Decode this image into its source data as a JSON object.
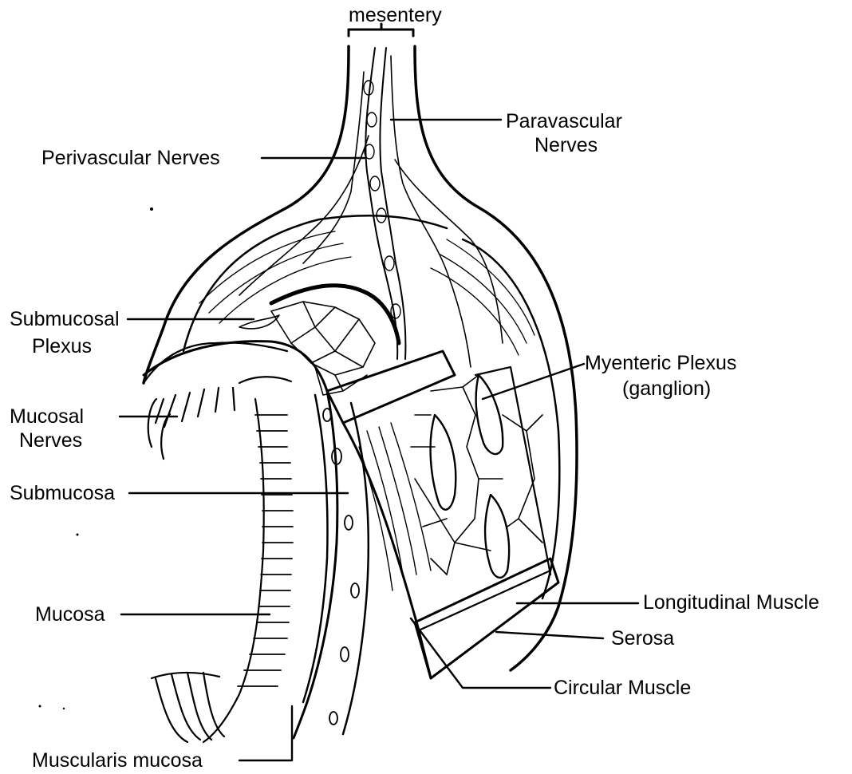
{
  "labels": {
    "mesentery": "mesentery",
    "paravascular_nerves": [
      "Paravascular",
      "Nerves"
    ],
    "perivascular_nerves": "Perivascular Nerves",
    "submucosal_plexus": [
      "Submucosal",
      "Plexus"
    ],
    "myenteric_plexus": [
      "Myenteric Plexus",
      "(ganglion)"
    ],
    "mucosal_nerves": [
      "Mucosal",
      "Nerves"
    ],
    "submucosa": "Submucosa",
    "longitudinal_muscle": "Longitudinal Muscle",
    "mucosa": "Mucosa",
    "serosa": "Serosa",
    "circular_muscle": "Circular Muscle",
    "muscularis_mucosa": "Muscularis mucosa"
  },
  "colors": {
    "ink": "#000000",
    "background": "#ffffff"
  }
}
